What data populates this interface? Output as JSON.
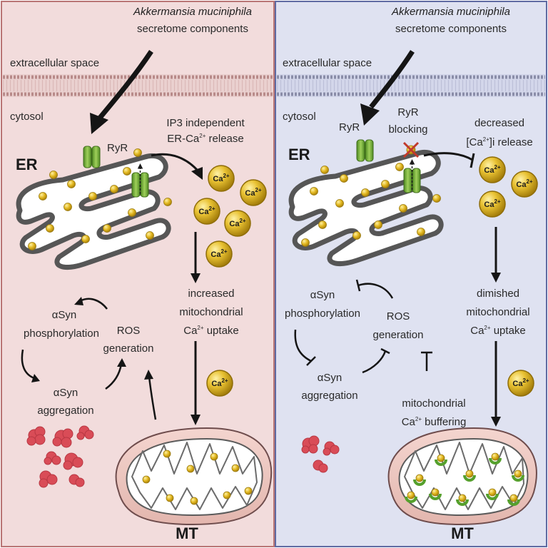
{
  "colors": {
    "left_panel_bg": "#f2dcdc",
    "left_panel_border": "#b97575",
    "right_panel_bg": "#dfe2f1",
    "right_panel_border": "#5f6aa2",
    "organelle_fill": "#ffffff",
    "organelle_stroke": "#5b5b5b",
    "calcium": "#e3b820",
    "channel": "#7fb440",
    "aggregate": "#d94c57",
    "bound_calcium": "#55a02c",
    "block_mark": "#c0392b"
  },
  "left": {
    "source_line1": "Akkermansia muciniphila",
    "source_line2": "secretome components",
    "extracellular": "extracellular space",
    "cytosol": "cytosol",
    "er": "ER",
    "ryr": "RyR",
    "ip3_line1": "IP3 independent",
    "ip3_line2_pre": "ER-Ca",
    "ip3_line2_sup": "2+",
    "ip3_line2_post": " release",
    "mito_line1": "increased",
    "mito_line2": "mitochondrial",
    "mito_line3_pre": "Ca",
    "mito_line3_sup": "2+",
    "mito_line3_post": " uptake",
    "asyn_p_line1": "αSyn",
    "asyn_p_line2": "phosphorylation",
    "ros_line1": "ROS",
    "ros_line2": "generation",
    "asyn_a_line1": "αSyn",
    "asyn_a_line2": "aggregation",
    "mt": "MT",
    "ca_label": "Ca",
    "ca_sup": "2+"
  },
  "right": {
    "source_line1": "Akkermansia muciniphila",
    "source_line2": "secretome components",
    "extracellular": "extracellular space",
    "cytosol": "cytosol",
    "er": "ER",
    "ryr": "RyR",
    "block_line1": "RyR",
    "block_line2": "blocking",
    "dec_line1": "decreased",
    "dec_line2": "[Ca",
    "dec_line2_sup": "2+",
    "dec_line2_post": "]i release",
    "mito_line1": "dimished",
    "mito_line2": "mitochondrial",
    "mito_line3_pre": "Ca",
    "mito_line3_sup": "2+",
    "mito_line3_post": " uptake",
    "asyn_p_line1": "αSyn",
    "asyn_p_line2": "phosphorylation",
    "ros_line1": "ROS",
    "ros_line2": "generation",
    "asyn_a_line1": "αSyn",
    "asyn_a_line2": "aggregation",
    "buffer_line1": "mitochondrial",
    "buffer_line2_pre": "Ca",
    "buffer_line2_sup": "2+",
    "buffer_line2_post": " buffering",
    "mt": "MT",
    "ca_label": "Ca",
    "ca_sup": "2+"
  }
}
